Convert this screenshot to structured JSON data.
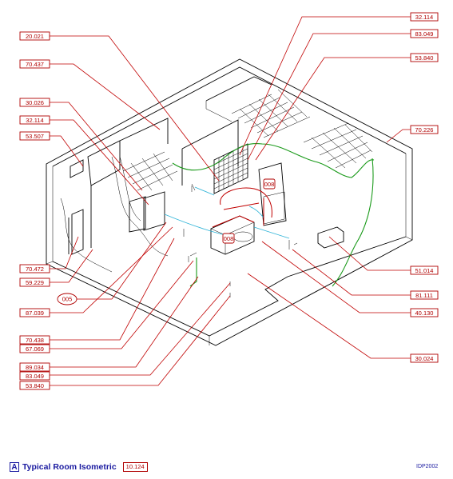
{
  "callouts": {
    "c_20021": "20.021",
    "c_70437": "70.437",
    "c_30026": "30.026",
    "c_32114_left": "32.114",
    "c_53507": "53.507",
    "c_70472": "70.472",
    "c_59229": "59.229",
    "c_005": "005",
    "c_87039": "87.039",
    "c_70438": "70.438",
    "c_67069": "67.069",
    "c_89034": "89.034",
    "c_83049_bottom": "83.049",
    "c_53840_bottom": "53.840",
    "c_32114_top": "32.114",
    "c_83049_top": "83.049",
    "c_53840_top": "53.840",
    "c_70226": "70.226",
    "c_51014": "51.014",
    "c_81111": "81.111",
    "c_40130": "40.130",
    "c_30024": "30.024",
    "c_008a": "008",
    "c_008b": "008"
  },
  "footer": {
    "letter": "A",
    "title": "Typical Room Isometric",
    "ref": "10.124",
    "sheet": "IDP2002"
  },
  "colors": {
    "callout": "#b00000",
    "wall_highlight": "#1a9a1a",
    "lighting": "#33b5d8",
    "title": "#1a1aa0"
  }
}
